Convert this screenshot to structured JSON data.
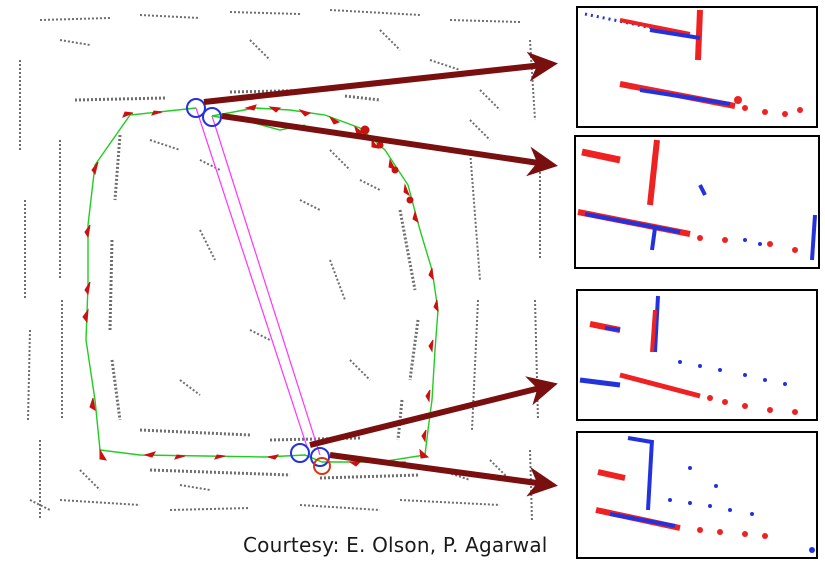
{
  "caption": "Courtesy: E. Olson, P. Agarwal",
  "colors": {
    "map_points": "#6e6e6e",
    "trajectory_edges": "#22cc22",
    "pose_arrows": "#cc1111",
    "loop_closure_edges": "#ff33ff",
    "highlight_circle": "#2233dd",
    "callout_arrow": "#7a0f0f",
    "scan_red": "#ee2222",
    "scan_blue": "#2233dd"
  },
  "insets": [
    {
      "name": "scan-match-inset-1"
    },
    {
      "name": "scan-match-inset-2"
    },
    {
      "name": "scan-match-inset-3"
    },
    {
      "name": "scan-match-inset-4"
    }
  ]
}
